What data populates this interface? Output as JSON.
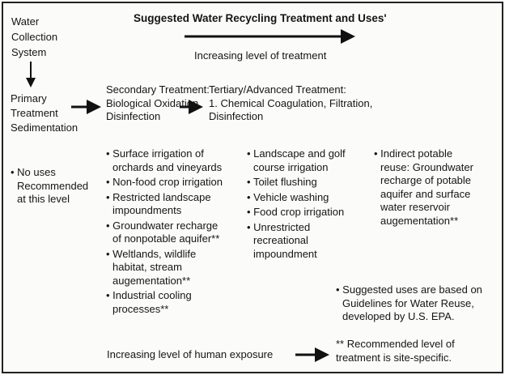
{
  "title": "Suggested Water Recycling Treatment and Uses'",
  "treatment_arrow_label": "Increasing level of treatment",
  "exposure_arrow_label": "Increasing level of human exposure",
  "collection": [
    "Water",
    "Collection",
    "System"
  ],
  "primary": [
    "Primary",
    "Treatment",
    "Sedimentation"
  ],
  "secondary": [
    "Secondary Treatment:",
    "Biological Oxidation,",
    "Disinfection"
  ],
  "tertiary": [
    "Tertiary/Advanced Treatment:",
    "1. Chemical Coagulation, Filtration,",
    "Disinfection"
  ],
  "col1": [
    [
      "No uses",
      "Recommended",
      "at this level"
    ]
  ],
  "col2": [
    [
      "Surface irrigation of",
      "orchards and vineyards"
    ],
    [
      "Non-food crop irrigation"
    ],
    [
      "Restricted landscape",
      "impoundments"
    ],
    [
      "Groundwater recharge",
      "of nonpotable aquifer**"
    ],
    [
      "Weltlands, wildlife",
      "habitat, stream",
      "augementation**"
    ],
    [
      "Industrial cooling",
      "processes**"
    ]
  ],
  "col3": [
    [
      "Landscape and golf",
      "course irrigation"
    ],
    [
      "Toilet flushing"
    ],
    [
      "Vehicle washing"
    ],
    [
      "Food crop irrigation"
    ],
    [
      "Unrestricted",
      "recreational",
      "impoundment"
    ]
  ],
  "col4": [
    [
      "Indirect potable",
      "reuse: Groundwater",
      "recharge of potable",
      "aquifer and surface",
      "water reservoir",
      "augementation**"
    ]
  ],
  "note_epa": [
    "Suggested uses are based on",
    "Guidelines for Water Reuse,",
    "developed by U.S. EPA."
  ],
  "note_site": [
    "** Recommended level of",
    "treatment is site-specific."
  ]
}
